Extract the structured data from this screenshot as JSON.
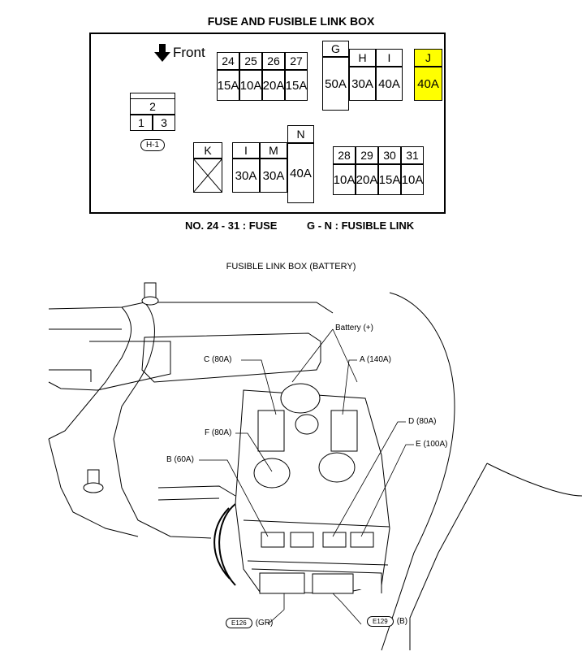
{
  "top_title": "FUSE AND FUSIBLE LINK BOX",
  "front_label": "Front",
  "relay_block": {
    "top": "2",
    "left": "1",
    "right": "3",
    "connector": "H-1"
  },
  "fuses_a": {
    "numbers": [
      "24",
      "25",
      "26",
      "27"
    ],
    "ratings": [
      "15A",
      "10A",
      "20A",
      "15A"
    ]
  },
  "links_ghi": {
    "letters": [
      "G",
      "H",
      "I"
    ],
    "ratings": [
      "50A",
      "30A",
      "40A"
    ]
  },
  "link_j": {
    "letter": "J",
    "rating": "40A"
  },
  "link_k": {
    "letter": "K"
  },
  "links_lmn": {
    "letters": [
      "I",
      "M",
      "N"
    ],
    "ratings": [
      "30A",
      "30A",
      "40A"
    ]
  },
  "fuses_b": {
    "numbers": [
      "28",
      "29",
      "30",
      "31"
    ],
    "ratings": [
      "10A",
      "20A",
      "15A",
      "10A"
    ]
  },
  "caption_fuse": "NO. 24 - 31 : FUSE",
  "caption_link": "G - N : FUSIBLE LINK",
  "battery_title": "FUSIBLE LINK BOX (BATTERY)",
  "battery_labels": {
    "battery": "Battery (+)",
    "c": "C (80A)",
    "a": "A (140A)",
    "d": "D (80A)",
    "f": "F (80A)",
    "e": "E (100A)",
    "b": "B (60A)",
    "e126": "E126",
    "e126_color": "(GR)",
    "e129": "E129",
    "e129_color": "(B)"
  },
  "colors": {
    "highlight": "#ffff00"
  }
}
